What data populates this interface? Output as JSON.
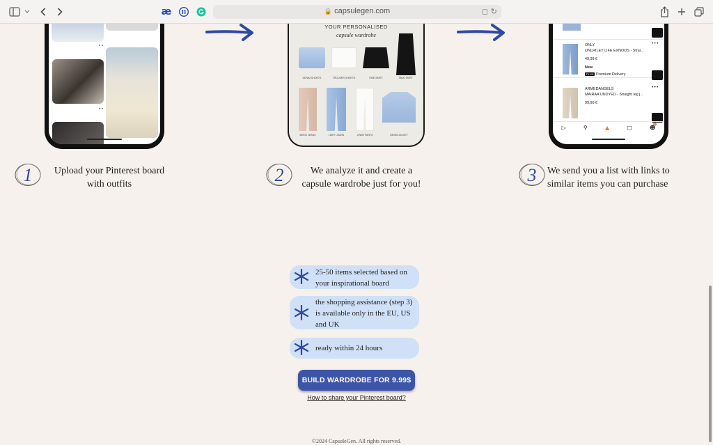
{
  "browser": {
    "url": "capsulegen.com",
    "icons": [
      "sidebar-icon",
      "chevron-down-icon",
      "back-icon",
      "forward-icon",
      "ae-extension-icon",
      "pause-extension-icon",
      "grammarly-icon",
      "lock-icon",
      "translate-icon",
      "reload-icon",
      "share-icon",
      "new-tab-icon",
      "tabs-overview-icon"
    ],
    "ext_ae_label": "æ"
  },
  "steps": [
    {
      "number": "1",
      "text_line1": "Upload your Pinterest board",
      "text_line2": "with outfits"
    },
    {
      "number": "2",
      "text_line1": "We analyze it and create a",
      "text_line2": "capsule wardrobe just for you!"
    },
    {
      "number": "3",
      "text_line1": "We send you a list with links to",
      "text_line2": "similar items you can purchase"
    }
  ],
  "capsule": {
    "title_line1": "YOUR PERSONALISED",
    "title_line2": "capsule wardrobe",
    "items": [
      {
        "label": "DENIM SHORTS"
      },
      {
        "label": "TROUSER SHORTS"
      },
      {
        "label": "FINE SKIRT"
      },
      {
        "label": "MAXI SKIRT"
      },
      {
        "label": "BEIGE JEANS"
      },
      {
        "label": "LIGHT JEANS"
      },
      {
        "label": "LINEN PANTS"
      },
      {
        "label": "DENIM JACKET"
      }
    ]
  },
  "shop_list": {
    "products": [
      {
        "brand": "ONLY",
        "name": "ONLRILEY LIFE EXNOOS - Strai...",
        "price": "49,99 €",
        "badge": "New",
        "delivery": "Premium Delivery",
        "plus_label": "PLUS",
        "dots": "•••"
      },
      {
        "brand": "ARMEDANGELS",
        "name": "MAIRAA UNDYED - Straight leg j...",
        "price": "99,90 €",
        "dots": "•••"
      }
    ],
    "cart_badge": "3",
    "nav_icons": [
      "play-icon",
      "search-icon",
      "fire-icon",
      "bag-icon",
      "profile-icon"
    ]
  },
  "features": [
    {
      "text": "25-50 items selected based on your inspirational board"
    },
    {
      "text": "the shopping assistance (step 3) is available only in the EU, US and UK"
    },
    {
      "text": "ready within 24 hours"
    }
  ],
  "cta": {
    "label": "BUILD WARDROBE FOR 9.99$"
  },
  "help_link": "How to share your Pinterest board?",
  "footer": "©2024 CapsuleGen. All rights reserved.",
  "colors": {
    "background": "#f6f1ec",
    "accent": "#3d55a8",
    "feature_bg": "#cfe0f7",
    "arrow": "#2f49a3"
  }
}
